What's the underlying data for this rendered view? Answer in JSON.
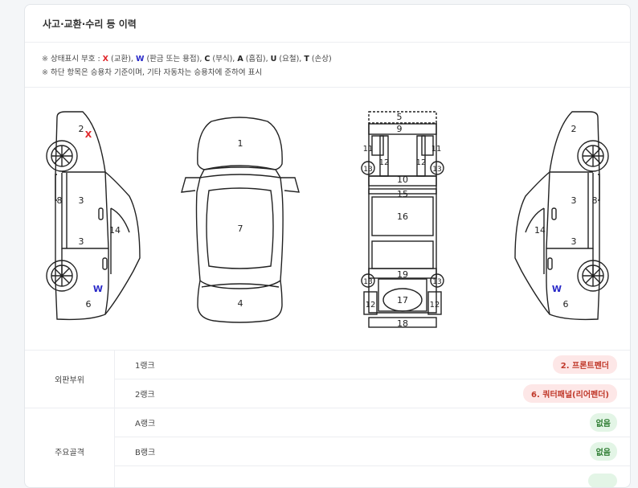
{
  "header": {
    "title": "사고·교환·수리 등 이력"
  },
  "legend": {
    "line1_prefix": "상태표시 부호 : ",
    "codes": [
      {
        "code": "X",
        "desc": " (교환), "
      },
      {
        "code": "W",
        "desc": " (판금 또는 용접), "
      },
      {
        "code": "C",
        "desc": " (부식), "
      },
      {
        "code": "A",
        "desc": " (흠집), "
      },
      {
        "code": "U",
        "desc": " (요철), "
      },
      {
        "code": "T",
        "desc": " (손상)"
      }
    ],
    "line2": "하단 항목은 승용차 기준이며, 기타 자동차는 승용차에 준하여 표시",
    "mark": "※"
  },
  "diagram": {
    "left_side": {
      "n2": "2",
      "n3a": "3",
      "n3b": "3",
      "n6": "6",
      "n8": "8",
      "n14": "14",
      "mark_x": "X",
      "mark_w": "W"
    },
    "top_view": {
      "n1": "1",
      "n7": "7",
      "n4": "4"
    },
    "frame": {
      "n5": "5",
      "n9": "9",
      "n11a": "11",
      "n11b": "11",
      "n12a": "12",
      "n12b": "12",
      "n13a": "13",
      "n13b": "13",
      "n10": "10",
      "n15": "15",
      "n16": "16",
      "n19": "19",
      "n13c": "13",
      "n13d": "13",
      "n12c": "12",
      "n12d": "12",
      "n17": "17",
      "n18": "18"
    },
    "right_side": {
      "n2": "2",
      "n3a": "3",
      "n3b": "3",
      "n6": "6",
      "n8": "8",
      "n14": "14",
      "mark_w": "W"
    },
    "colors": {
      "x": "#e0262a",
      "w": "#2a2ac8"
    }
  },
  "table": {
    "groups": [
      {
        "label": "외판부위",
        "rows": [
          {
            "rank": "1랭크",
            "value": "2. 프론트펜더",
            "status": "damage"
          },
          {
            "rank": "2랭크",
            "value": "6. 쿼터패널(리어펜더)",
            "status": "damage"
          }
        ]
      },
      {
        "label": "주요골격",
        "rows": [
          {
            "rank": "A랭크",
            "value": "없음",
            "status": "ok"
          },
          {
            "rank": "B랭크",
            "value": "없음",
            "status": "ok"
          },
          {
            "rank": "",
            "value": "",
            "status": "ok"
          }
        ]
      }
    ]
  }
}
